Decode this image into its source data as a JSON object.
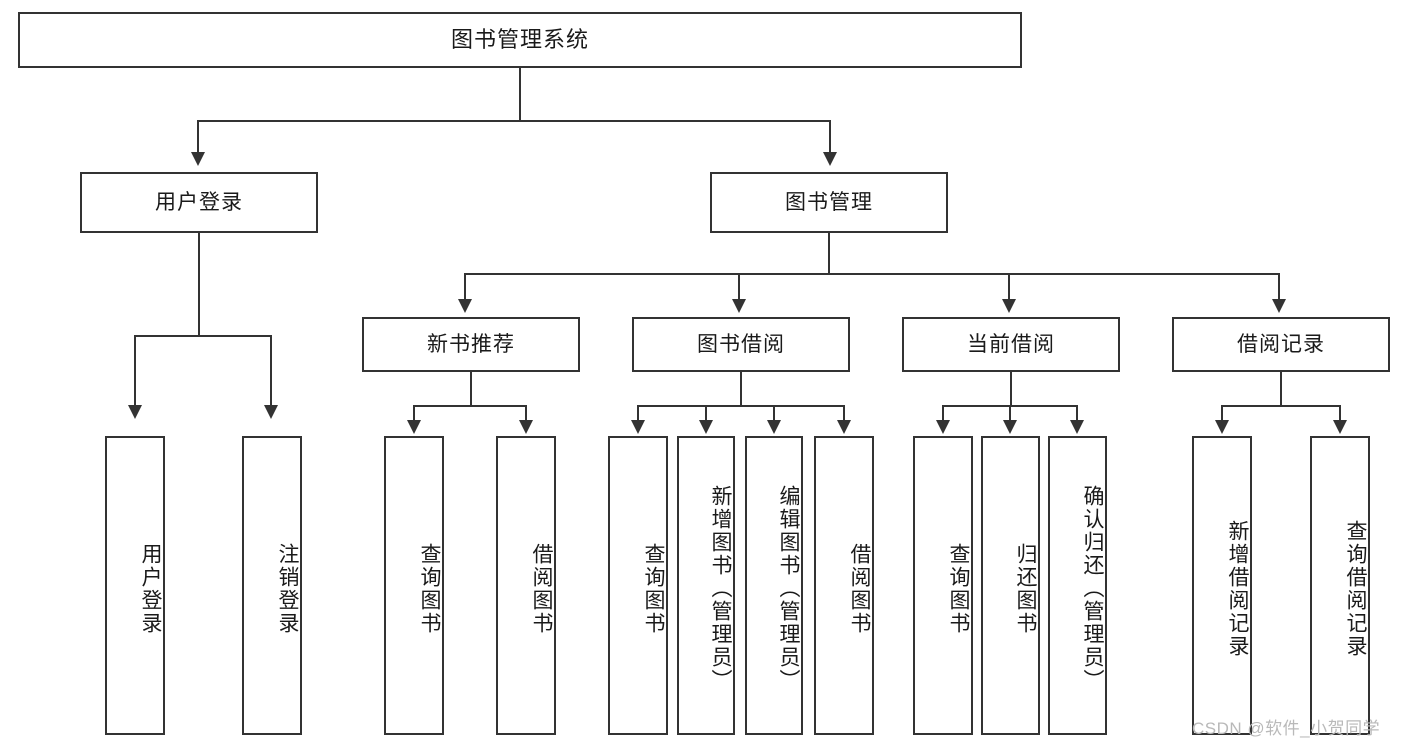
{
  "diagram": {
    "type": "tree",
    "title": "图书管理系统",
    "watermark": "CSDN @软件_小贺同学",
    "root": {
      "label": "图书管理系统"
    },
    "level2": [
      {
        "label": "用户登录"
      },
      {
        "label": "图书管理"
      }
    ],
    "level3": [
      {
        "label": "新书推荐"
      },
      {
        "label": "图书借阅"
      },
      {
        "label": "当前借阅"
      },
      {
        "label": "借阅记录"
      }
    ],
    "leaves": {
      "user_login": [
        {
          "label": "用户登录"
        },
        {
          "label": "注销登录"
        }
      ],
      "new_book_recommend": [
        {
          "label": "查询图书"
        },
        {
          "label": "借阅图书"
        }
      ],
      "book_borrow": [
        {
          "label": "查询图书"
        },
        {
          "label": "新增图书（管理员）"
        },
        {
          "label": "编辑图书（管理员）"
        },
        {
          "label": "借阅图书"
        }
      ],
      "current_borrow": [
        {
          "label": "查询图书"
        },
        {
          "label": "归还图书"
        },
        {
          "label": "确认归还（管理员）"
        }
      ],
      "borrow_record": [
        {
          "label": "新增借阅记录"
        },
        {
          "label": "查询借阅记录"
        }
      ]
    },
    "colors": {
      "border": "#333333",
      "background": "#ffffff",
      "text": "#1a1a1a",
      "watermark": "#b9b9b9"
    }
  }
}
